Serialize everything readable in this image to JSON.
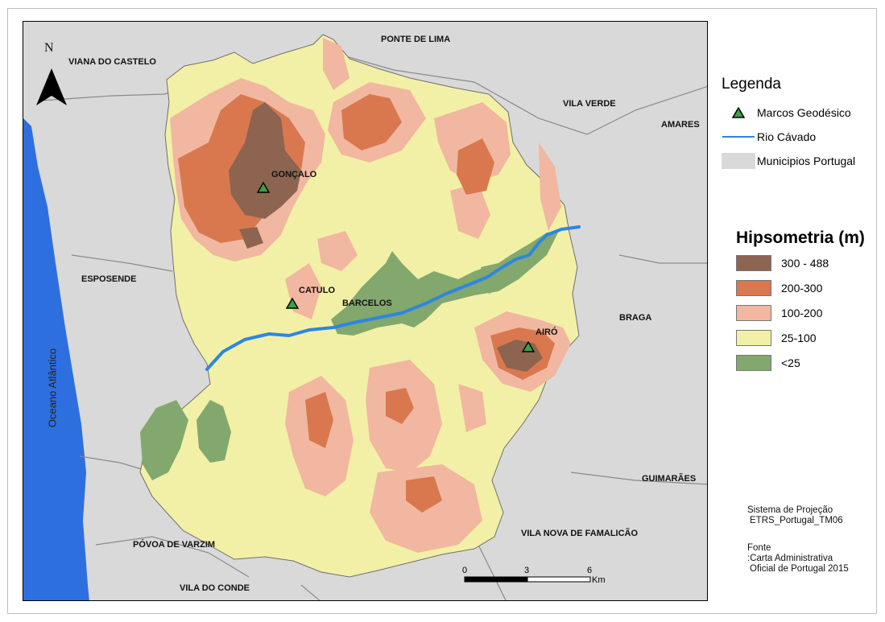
{
  "map": {
    "north_label": "N",
    "ocean_label": "Oceano Atlântico",
    "municipality_labels": {
      "viana": "VIANA DO CASTELO",
      "ponte_lima": "PONTE DE LIMA",
      "vila_verde": "VILA VERDE",
      "amares": "AMARES",
      "esposende": "ESPOSENDE",
      "braga": "BRAGA",
      "guimaraes": "GUIMARÃES",
      "povoa": "PÓVOA DE VARZIM",
      "famalicao": "VILA NOVA DE FAMALICÃO",
      "vila_conde": "VILA DO CONDE"
    },
    "place_labels": {
      "goncalo": "GONÇALO",
      "catulo": "CATULO",
      "barcelos": "BARCELOS",
      "airo": "AIRÓ"
    }
  },
  "legend": {
    "title": "Legenda",
    "items": [
      {
        "label": "Marcos Geodésico",
        "icon": "triangle-marker-icon"
      },
      {
        "label": "Rio Cávado",
        "icon": "river-line-icon"
      },
      {
        "label": "Municipios Portugal",
        "icon": "municipality-swatch-icon"
      }
    ]
  },
  "hypsometry": {
    "title": "Hipsometria (m)",
    "classes": [
      {
        "label": "300 - 488",
        "color": "#8c6450"
      },
      {
        "label": "200-300",
        "color": "#d9784e"
      },
      {
        "label": "100-200",
        "color": "#f1b7a0"
      },
      {
        "label": "25-100",
        "color": "#f2f0a6"
      },
      {
        "label": "<25",
        "color": "#82a86e"
      }
    ]
  },
  "scale_bar": {
    "ticks": [
      "0",
      "3",
      "6"
    ],
    "unit": "Km"
  },
  "projection": {
    "line1": "Sistema de Projeção",
    "line2": "ETRS_Portugal_TM06"
  },
  "source": {
    "line1": "Fonte",
    "line2": ":Carta Administrativa",
    "line3": "Oficial de Portugal 2015"
  },
  "colors": {
    "ocean": "#2e6fe0",
    "land": "#d9d9d9",
    "river": "#2d86e0",
    "marker": "#3aa04a"
  }
}
